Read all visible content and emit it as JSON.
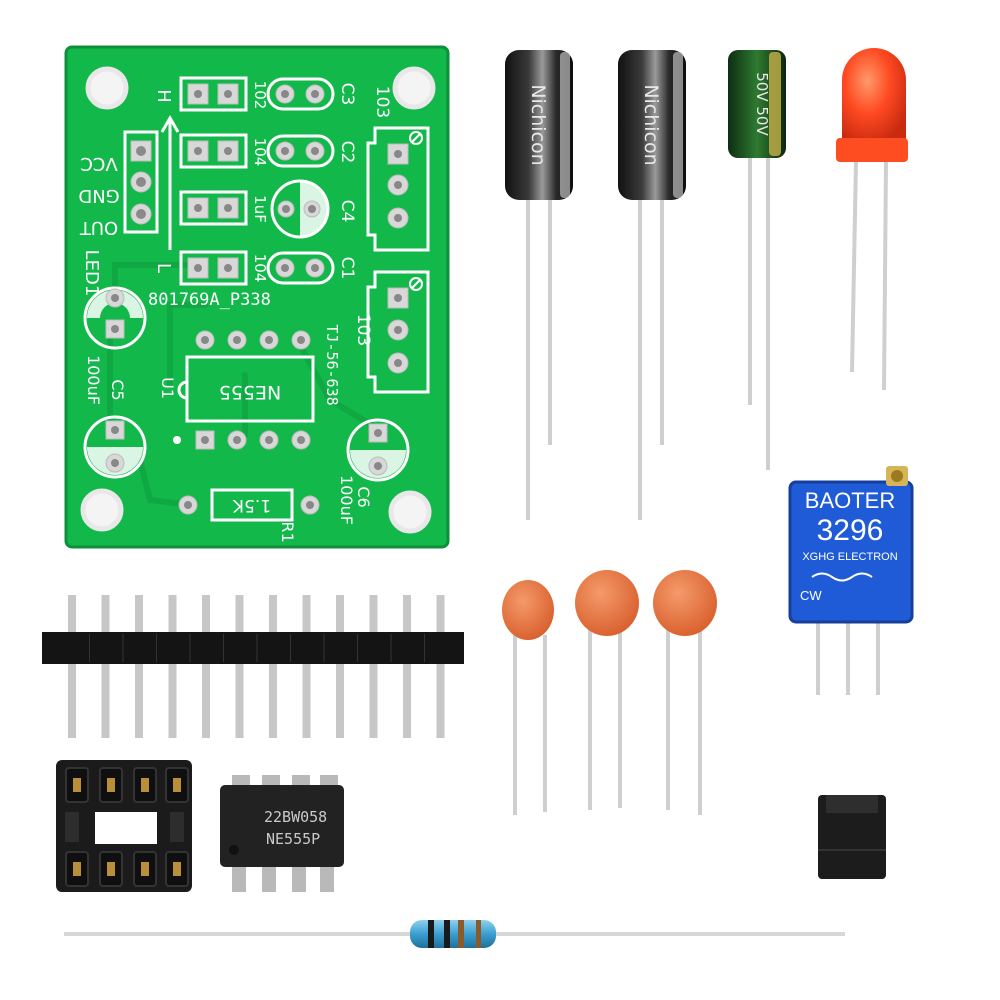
{
  "pcb": {
    "labels": {
      "H": "H",
      "L": "L",
      "vcc": "VCC",
      "gnd": "GND",
      "out": "OUT",
      "led1": "LED1",
      "c1": "C1",
      "c2": "C2",
      "c3": "C3",
      "c4": "C4",
      "c5": "C5",
      "c6": "C6",
      "u1": "U1",
      "r1": "R1",
      "ne555": "NE555",
      "part_number": "801769A_P338",
      "board_code": "TJ-56-638",
      "pot_top": "103",
      "pot_bottom": "103",
      "val_102": "102",
      "val_104a": "104",
      "val_1uf": "1uF",
      "val_104b": "104",
      "c5_value": "100uF",
      "c6_value": "100uF",
      "r1_value": "1.5K"
    }
  },
  "capacitors": {
    "cap1_text": "Nichicon",
    "cap2_text": "Nichicon",
    "cap3_text": "50V 50V"
  },
  "potentiometer": {
    "brand": "BAOTER",
    "model": "3296",
    "maker": "XGHG ELECTRON",
    "rotation": "CW"
  },
  "ic": {
    "line1": "22BW058",
    "line2": "NE555P"
  },
  "colors": {
    "pcb": "#12b84a",
    "led": "#ff3b1f",
    "ceramic": "#e8733f",
    "trimmer": "#1f5bd6"
  }
}
